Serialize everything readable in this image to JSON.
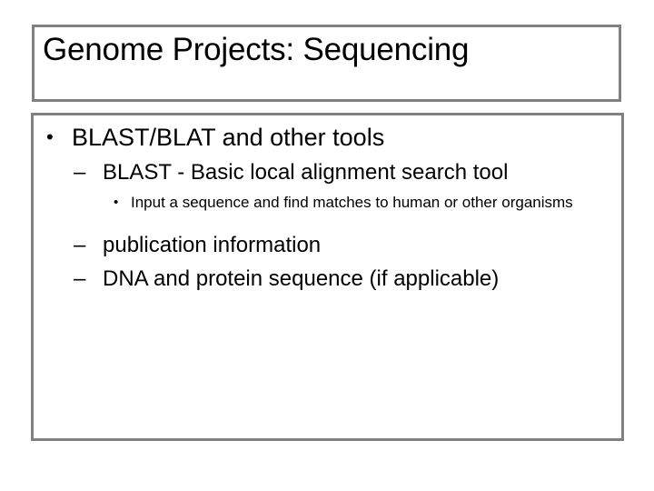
{
  "slide": {
    "title": "Genome Projects: Sequencing",
    "background_color": "#ffffff",
    "frame_color": "#808080",
    "text_color": "#000000",
    "bullets": [
      {
        "level": 1,
        "marker": "•",
        "text": "BLAST/BLAT and other tools"
      },
      {
        "level": 2,
        "marker": "–",
        "text": "BLAST - Basic local alignment search tool"
      },
      {
        "level": 3,
        "marker": "•",
        "text": "Input a sequence and find matches to human or other organisms"
      },
      {
        "level": 2,
        "marker": "–",
        "text": "publication information"
      },
      {
        "level": 2,
        "marker": "–",
        "text": "DNA and protein sequence (if applicable)"
      }
    ]
  }
}
